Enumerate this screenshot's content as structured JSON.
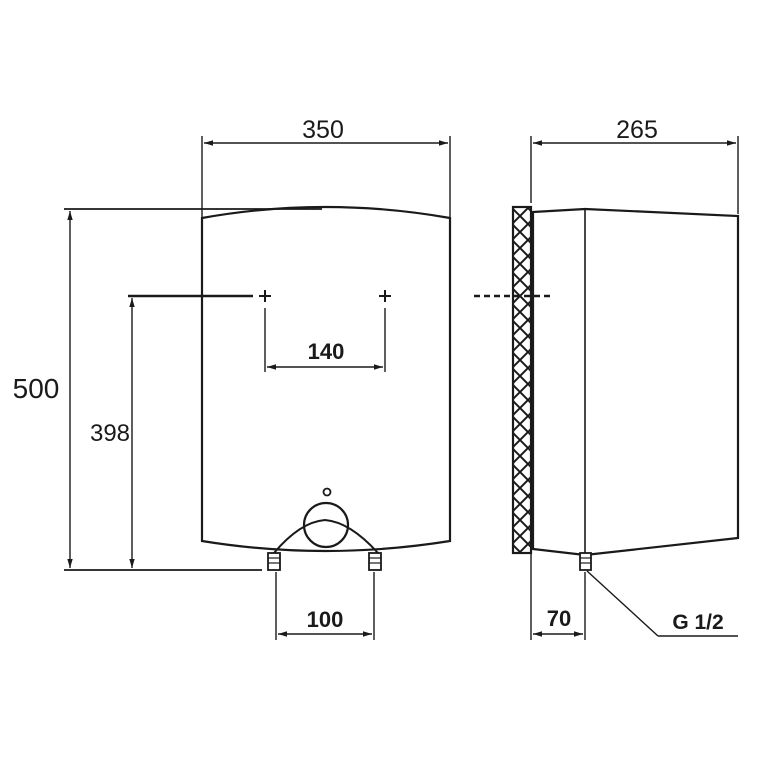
{
  "dimensions": {
    "front_width": "350",
    "side_depth": "265",
    "total_height": "500",
    "mount_height": "398",
    "mount_spacing": "140",
    "pipe_spacing": "100",
    "wall_clearance": "70"
  },
  "connector": {
    "thread": "G 1/2"
  }
}
